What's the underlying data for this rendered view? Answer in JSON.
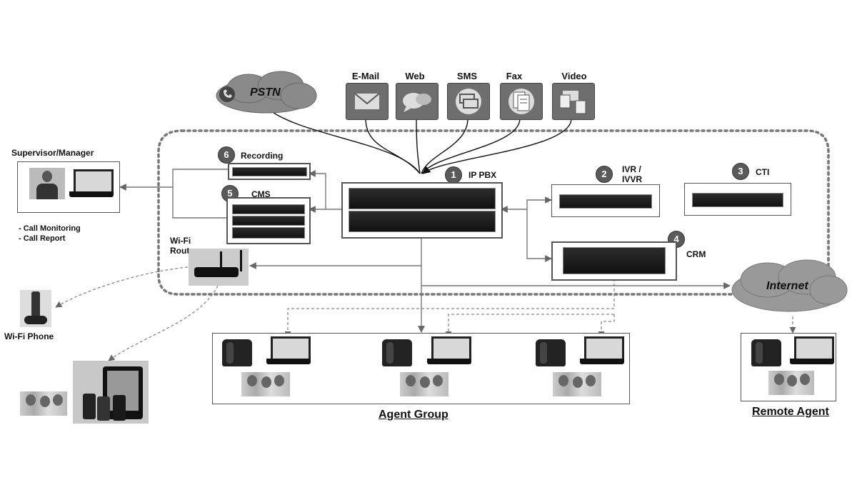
{
  "sources": {
    "pstn": "PSTN",
    "email": "E-Mail",
    "web": "Web",
    "sms": "SMS",
    "fax": "Fax",
    "video": "Video"
  },
  "components": {
    "ippbx": {
      "num": "1",
      "label": "IP PBX"
    },
    "ivr": {
      "num": "2",
      "label_line1": "IVR /",
      "label_line2": "IVVR"
    },
    "cti": {
      "num": "3",
      "label": "CTI"
    },
    "crm": {
      "num": "4",
      "label": "CRM"
    },
    "cms": {
      "num": "5",
      "label": "CMS"
    },
    "recording": {
      "num": "6",
      "label": "Recording"
    }
  },
  "supervisor": {
    "title": "Supervisor/Manager",
    "items": [
      "- Call Monitoring",
      "- Call Report"
    ]
  },
  "wifi": {
    "router_line1": "Wi-Fi",
    "router_line2": "Router",
    "phone": "Wi-Fi Phone"
  },
  "internet": "Internet",
  "groups": {
    "agent_group": "Agent Group",
    "remote_agent": "Remote Agent"
  }
}
